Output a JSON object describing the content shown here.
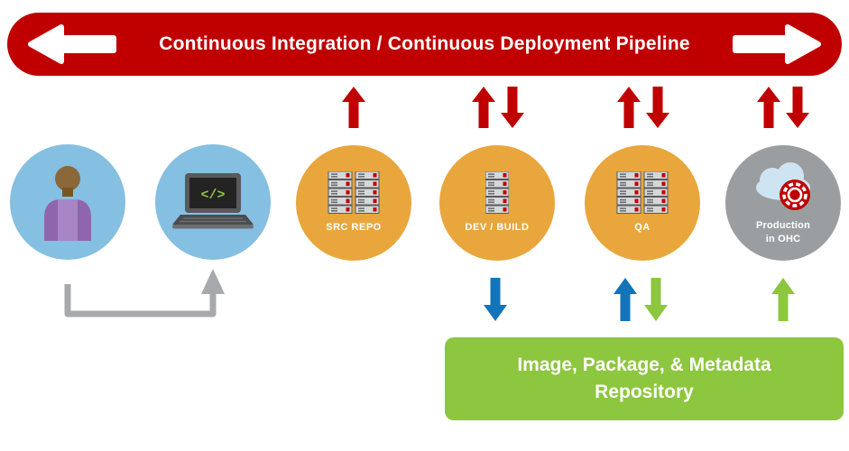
{
  "banner": {
    "title": "Continuous Integration / Continuous Deployment Pipeline",
    "left_icon": "left-arrow-icon",
    "right_icon": "right-arrow-icon",
    "bg_color": "#c00000"
  },
  "nodes": {
    "developer": {
      "icon": "person-icon"
    },
    "workstation": {
      "icon": "laptop-icon",
      "code_glyph": "</>"
    },
    "src_repo": {
      "icon": "server-rack-icon",
      "label": "SRC REPO"
    },
    "dev_build": {
      "icon": "server-rack-icon",
      "label": "DEV / BUILD"
    },
    "qa": {
      "icon": "server-rack-icon",
      "label": "QA"
    },
    "production": {
      "icon": "cloud-openshift-icon",
      "label_line1": "Production",
      "label_line2": "in OHC"
    }
  },
  "arrows": {
    "top": [
      {
        "node": "src_repo",
        "directions": [
          "up"
        ],
        "color": "#c00000"
      },
      {
        "node": "dev_build",
        "directions": [
          "up",
          "down"
        ],
        "color": "#c00000"
      },
      {
        "node": "qa",
        "directions": [
          "up",
          "down"
        ],
        "color": "#c00000"
      },
      {
        "node": "production",
        "directions": [
          "up",
          "down"
        ],
        "color": "#c00000"
      }
    ],
    "bottom": [
      {
        "node": "dev_build",
        "directions": [
          "down"
        ],
        "colors": [
          "#1374b9"
        ]
      },
      {
        "node": "qa",
        "directions": [
          "up",
          "down"
        ],
        "colors": [
          "#1374b9",
          "#8dc63f"
        ]
      },
      {
        "node": "production",
        "directions": [
          "up"
        ],
        "colors": [
          "#8dc63f"
        ]
      }
    ],
    "connector": {
      "from": "developer",
      "to": "workstation",
      "color": "#a7a9ac"
    }
  },
  "repository": {
    "line1": "Image, Package, & Metadata",
    "line2": "Repository",
    "bg_color": "#8dc63f"
  },
  "colors": {
    "banner_red": "#c00000",
    "arrow_red": "#c00000",
    "arrow_blue": "#1374b9",
    "arrow_green": "#8dc63f",
    "circle_blue": "#85bfe2",
    "circle_orange": "#e9a63c",
    "circle_gray": "#9b9ea1",
    "repo_green": "#8dc63f",
    "connector_gray": "#a7a9ac"
  }
}
